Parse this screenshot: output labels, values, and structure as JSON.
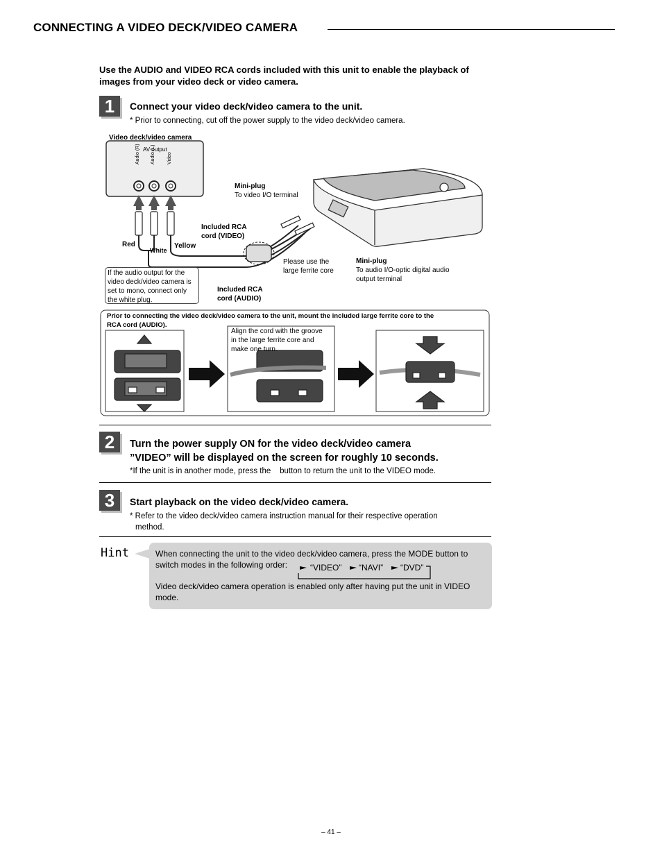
{
  "header": {
    "title": "CONNECTING A VIDEO DECK/VIDEO CAMERA"
  },
  "intro": {
    "line1": "Use the AUDIO and VIDEO RCA cords included with this unit to enable the playback of",
    "line2": "images from your video deck or video camera."
  },
  "steps": [
    {
      "number": "1",
      "heading": "Connect your video deck/video camera to the unit.",
      "note": "* Prior to connecting, cut off the power supply to the video deck/video camera."
    },
    {
      "number": "2",
      "heading_line1": "Turn the power supply ON for the video deck/video camera",
      "heading_line2": "”VIDEO” will be displayed on the screen for roughly 10 seconds.",
      "note": "*If the unit is in another mode, press the    button to return the unit to the VIDEO mode."
    },
    {
      "number": "3",
      "heading": "Start playback on the video deck/video camera.",
      "note_line1": "* Refer to the video deck/video camera instruction manual for their respective operation",
      "note_line2": "method."
    }
  ],
  "diagram": {
    "deck_title": "Video deck/video camera",
    "av_output": "AV output",
    "jack_labels": [
      "Audio (R)",
      "Audio (L)",
      "Video"
    ],
    "red": "Red",
    "white": "White",
    "yellow": "Yellow",
    "mini_plug_1_title": "Mini-plug",
    "mini_plug_1_desc": "To video I/O terminal",
    "rca_video_1": "Included RCA",
    "rca_video_2": "cord (VIDEO)",
    "rca_audio_1": "Included RCA",
    "rca_audio_2": "cord (AUDIO)",
    "ferrite_1": "Please use the",
    "ferrite_2": "large ferrite core",
    "mini_plug_2_title": "Mini-plug",
    "mini_plug_2_desc1": "To audio I/O-optic digital audio",
    "mini_plug_2_desc2": "output terminal",
    "mono_note": [
      "If the audio output for the",
      "video deck/video camera is",
      "set to mono, connect only",
      "the white plug."
    ],
    "ferrite_heading1": "Prior to connecting the video deck/video camera to the unit, mount the included large ferrite core to the",
    "ferrite_heading2": "RCA cord (AUDIO).",
    "groove_note": [
      "Align the cord with the groove",
      "in the large ferrite core and",
      "make one turn."
    ]
  },
  "hint": {
    "label": "Hint",
    "line1": "When connecting the unit to the video deck/video camera, press the MODE button to",
    "line2": "switch modes in the following order:",
    "modes": [
      "“VIDEO”",
      "“NAVI”",
      "“DVD”"
    ],
    "para2_line1": "Video deck/video camera operation is enabled only after having put the unit in VIDEO",
    "para2_line2": "mode."
  },
  "footer": {
    "page_number": "– 41 –"
  }
}
